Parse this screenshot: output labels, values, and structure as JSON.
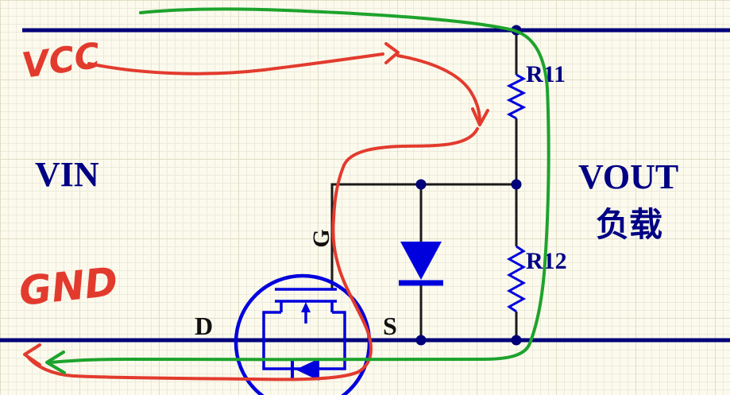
{
  "schematic": {
    "net_labels": {
      "vin": "VIN",
      "vout": "VOUT",
      "load_cn": "负载"
    },
    "components": {
      "r11": "R11",
      "r12": "R12"
    },
    "pins": {
      "gate": "G",
      "drain": "D",
      "source": "S"
    }
  },
  "annotations": {
    "vcc": "VCC",
    "gnd": "GND"
  },
  "colors": {
    "rail": "#00007a",
    "wire": "#1a1a1a",
    "component": "#0000dd",
    "label": "#000084",
    "pin_label": "#101010",
    "hand_red": "#e23b2e",
    "hand_green": "#1da32c",
    "background": "#fbfaed",
    "grid": "#eceadb",
    "grid_major": "#e0ddc6"
  }
}
